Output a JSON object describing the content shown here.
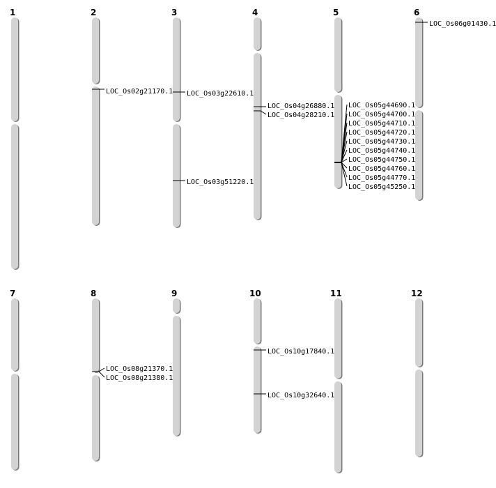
{
  "chromosomes": [
    {
      "label": "1",
      "genes": []
    },
    {
      "label": "2",
      "genes": [
        "LOC_Os02g21170.1"
      ]
    },
    {
      "label": "3",
      "genes": [
        "LOC_Os03g22610.1",
        "LOC_Os03g51220.1"
      ]
    },
    {
      "label": "4",
      "genes": [
        "LOC_Os04g26880.1",
        "LOC_Os04g28210.1"
      ]
    },
    {
      "label": "5",
      "genes": [
        "LOC_Os05g44690.1",
        "LOC_Os05g44700.1",
        "LOC_Os05g44710.1",
        "LOC_Os05g44720.1",
        "LOC_Os05g44730.1",
        "LOC_Os05g44740.1",
        "LOC_Os05g44750.1",
        "LOC_Os05g44760.1",
        "LOC_Os05g44770.1",
        "LOC_Os05g45250.1"
      ]
    },
    {
      "label": "6",
      "genes": [
        "LOC_Os06g01430.1"
      ]
    },
    {
      "label": "7",
      "genes": []
    },
    {
      "label": "8",
      "genes": [
        "LOC_Os08g21370.1",
        "LOC_Os08g21380.1"
      ]
    },
    {
      "label": "9",
      "genes": []
    },
    {
      "label": "10",
      "genes": [
        "LOC_Os10g17840.1",
        "LOC_Os10g32640.1"
      ]
    },
    {
      "label": "11",
      "genes": []
    },
    {
      "label": "12",
      "genes": []
    }
  ],
  "colors": {
    "chromosome": "#d3d3d3",
    "shadow": "#7a7a7a",
    "marker": "#000000"
  }
}
